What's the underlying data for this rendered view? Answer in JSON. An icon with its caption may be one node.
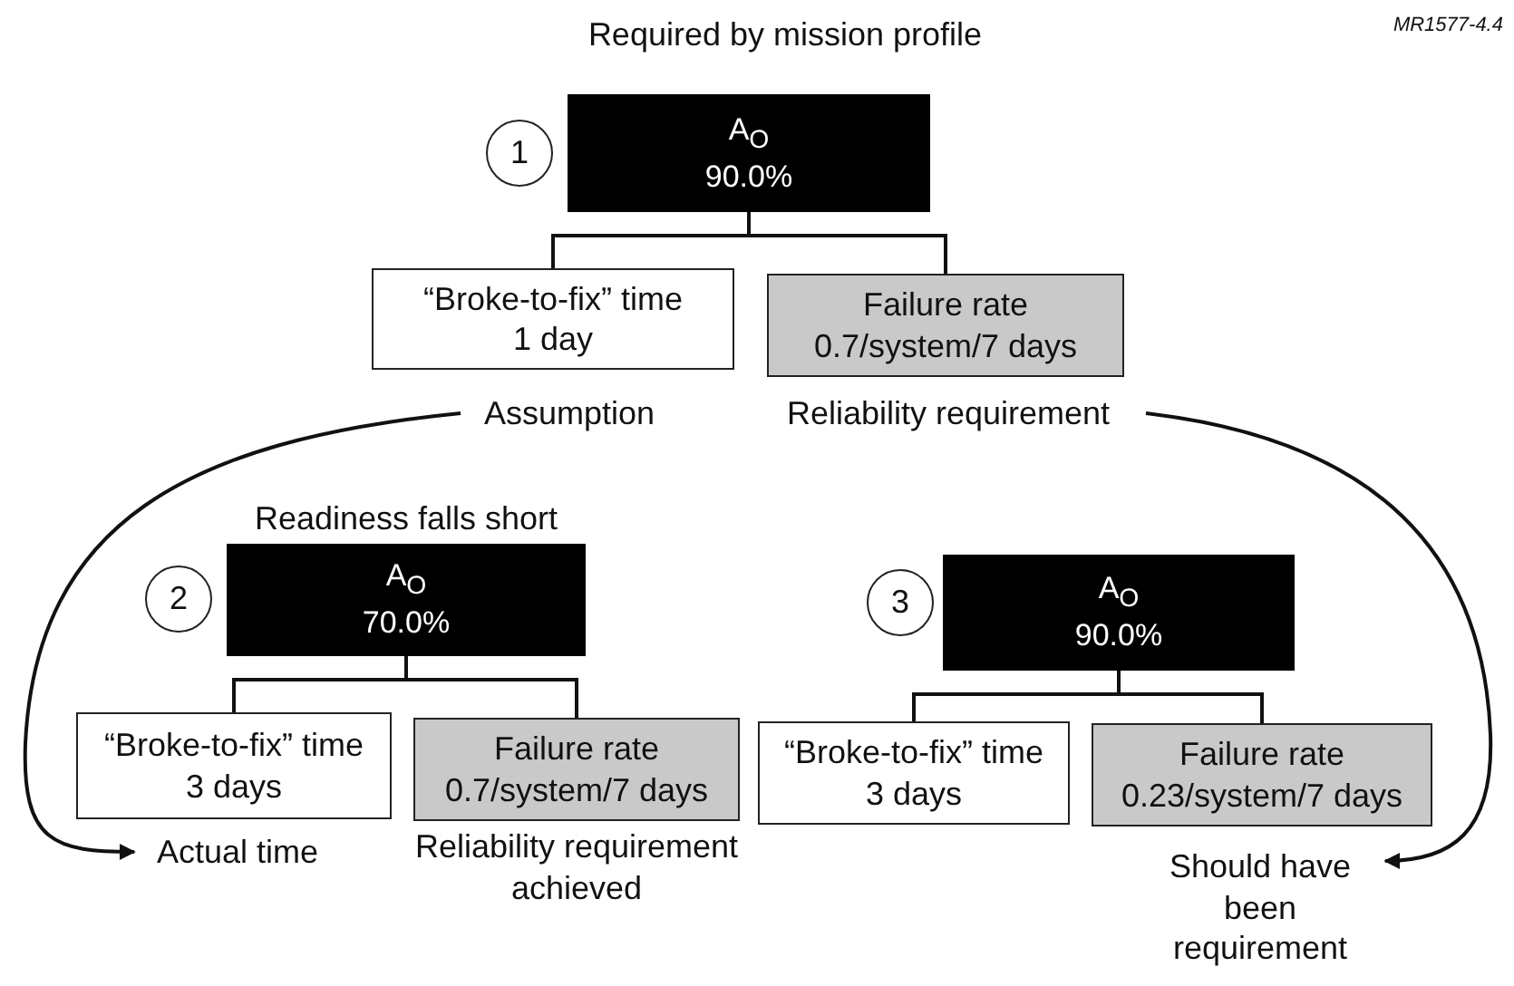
{
  "diagram": {
    "nodes": [
      {
        "text": [
          "A$_{O}$",
          "90.0%"
        ],
        "beside": [
          "Required by mission profile"
        ]
      },
      {
        "text": [
          "1"
        ]
      },
      {
        "text": [
          "“Broke-to-fix” time",
          "1 day"
        ]
      },
      {
        "text": [
          "Failure rate",
          "0.7/system/7 days"
        ]
      },
      {
        "text": [
          "Assumption"
        ]
      },
      {
        "text": [
          "Reliability requirement"
        ]
      },
      {
        "text": [
          "A$_{O}$",
          "70.0%"
        ],
        "beside": [
          "Readiness falls short"
        ]
      },
      {
        "text": [
          "2"
        ]
      },
      {
        "text": [
          "“Broke-to-fix” time",
          "3 days"
        ]
      },
      {
        "text": [
          "Failure rate",
          "0.7/system/7 days"
        ],
        "beside": [
          "Reliability requirement achieved"
        ]
      },
      {
        "text": [
          "Actual time"
        ]
      },
      {
        "text": [
          "A$_{O}$",
          "90.0%"
        ]
      },
      {
        "text": [
          "3"
        ]
      },
      {
        "text": [
          "“Broke-to-fix” time",
          "3 days"
        ]
      },
      {
        "text": [
          "Failure rate",
          "0.23/system/7 days"
        ]
      },
      {
        "text": [
          "Should have been requirement"
        ]
      }
    ],
    "edges": [
      {
        "from": 0,
        "to": 2,
        "arrow": "none"
      },
      {
        "from": 0,
        "to": 3,
        "arrow": "none"
      },
      {
        "from": 6,
        "to": 8,
        "arrow": "none"
      },
      {
        "from": 6,
        "to": 9,
        "arrow": "none"
      },
      {
        "from": 11,
        "to": 13,
        "arrow": "none"
      },
      {
        "from": 11,
        "to": 14,
        "arrow": "none"
      },
      {
        "from": 4,
        "to": 10,
        "arrow": "to"
      },
      {
        "from": 5,
        "to": 15,
        "arrow": "to"
      }
    ],
    "labels": [
      "MR1577-4.4"
    ]
  }
}
